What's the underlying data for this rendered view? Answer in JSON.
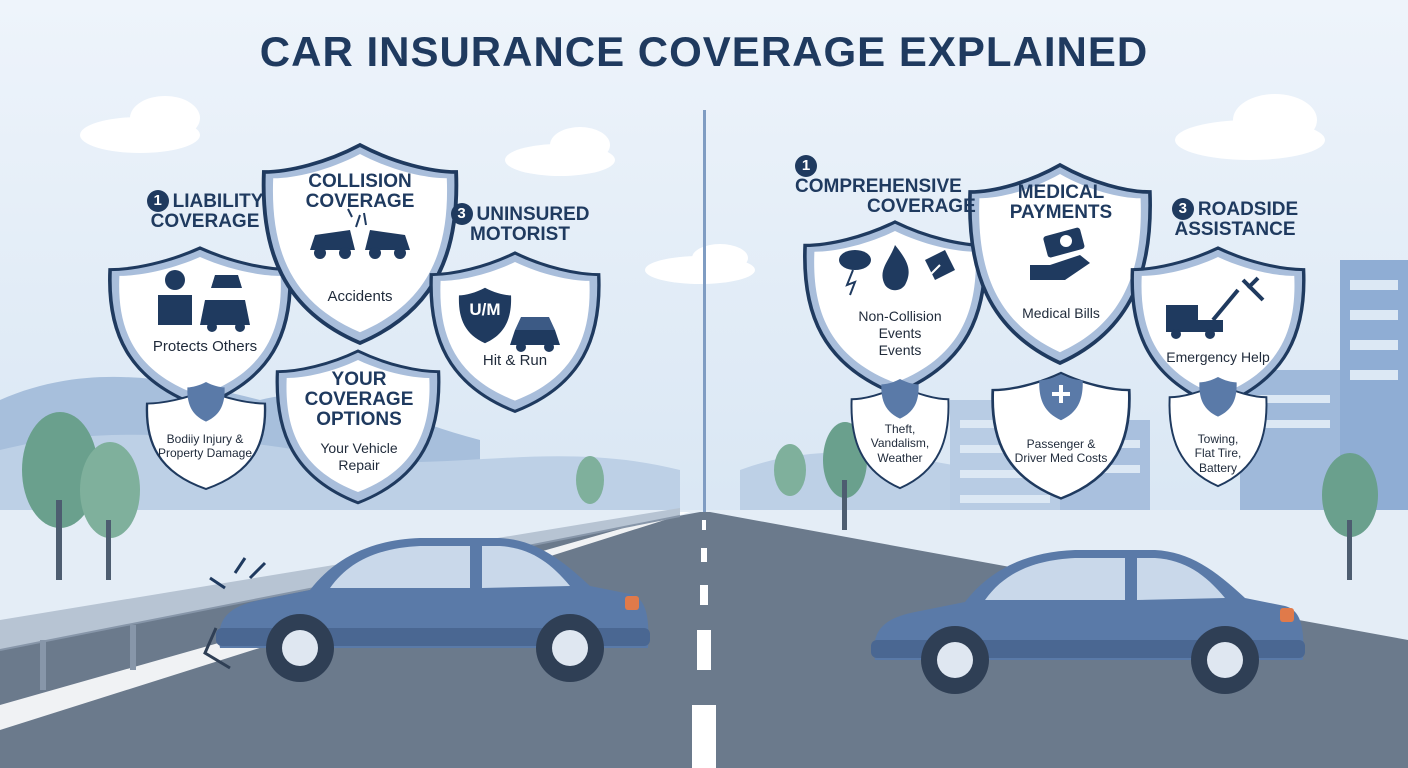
{
  "title": "CAR INSURANCE COVERAGE EXPLAINED",
  "colors": {
    "navy": "#1f3a5f",
    "shield_fill": "#ffffff",
    "shield_rim": "#a9bedb",
    "car": "#5a7aa8",
    "sky": "#dce8f4",
    "road": "#6b7a8c"
  },
  "left_panel": {
    "liability": {
      "number": "1",
      "title_line1": "LIABILITY",
      "title_line2": "COVERAGE",
      "caption": "Protects Others",
      "icon": "person-and-car-icon",
      "sub_caption_line1": "Bodiiy Injury &",
      "sub_caption_line2": "Property Damage"
    },
    "collision": {
      "title_line1": "COLLISION",
      "title_line2": "COVERAGE",
      "caption": "Accidents",
      "icon": "car-crash-icon"
    },
    "uninsured": {
      "number": "3",
      "title_line1": "UNINSURED",
      "title_line2": "MOTORIST",
      "badge": "U/M",
      "caption": "Hit & Run",
      "icon": "um-shield-car-icon"
    },
    "options": {
      "title_line1": "YOUR",
      "title_line2": "COVERAGE",
      "title_line3": "OPTIONS",
      "caption_line1": "Your Vehicle",
      "caption_line2": "Repair"
    }
  },
  "right_panel": {
    "comprehensive": {
      "number": "1",
      "title_line1": "COMPREHENSIVE",
      "title_line2": "COVERAGE",
      "caption_line1": "Non-Collision",
      "caption_line2": "Events",
      "caption_line3": "Events",
      "icon": "storm-fire-tree-icon",
      "sub_caption_line1": "Theft,",
      "sub_caption_line2": "Vandalism,",
      "sub_caption_line3": "Weather"
    },
    "medical": {
      "title_line1": "MEDICAL",
      "title_line2": "PAYMENTS",
      "caption": "Medical Bills",
      "icon": "money-hand-icon",
      "sub_caption_line1": "Passenger &",
      "sub_caption_line2": "Driver Med Costs"
    },
    "roadside": {
      "number": "3",
      "title_line1": "ROADSIDE",
      "title_line2": "ASSISTANCE",
      "caption": "Emergency Help",
      "icon": "tow-truck-wrench-icon",
      "sub_caption_line1": "Towing,",
      "sub_caption_line2": "Flat Tire,",
      "sub_caption_line3": "Battery"
    }
  }
}
